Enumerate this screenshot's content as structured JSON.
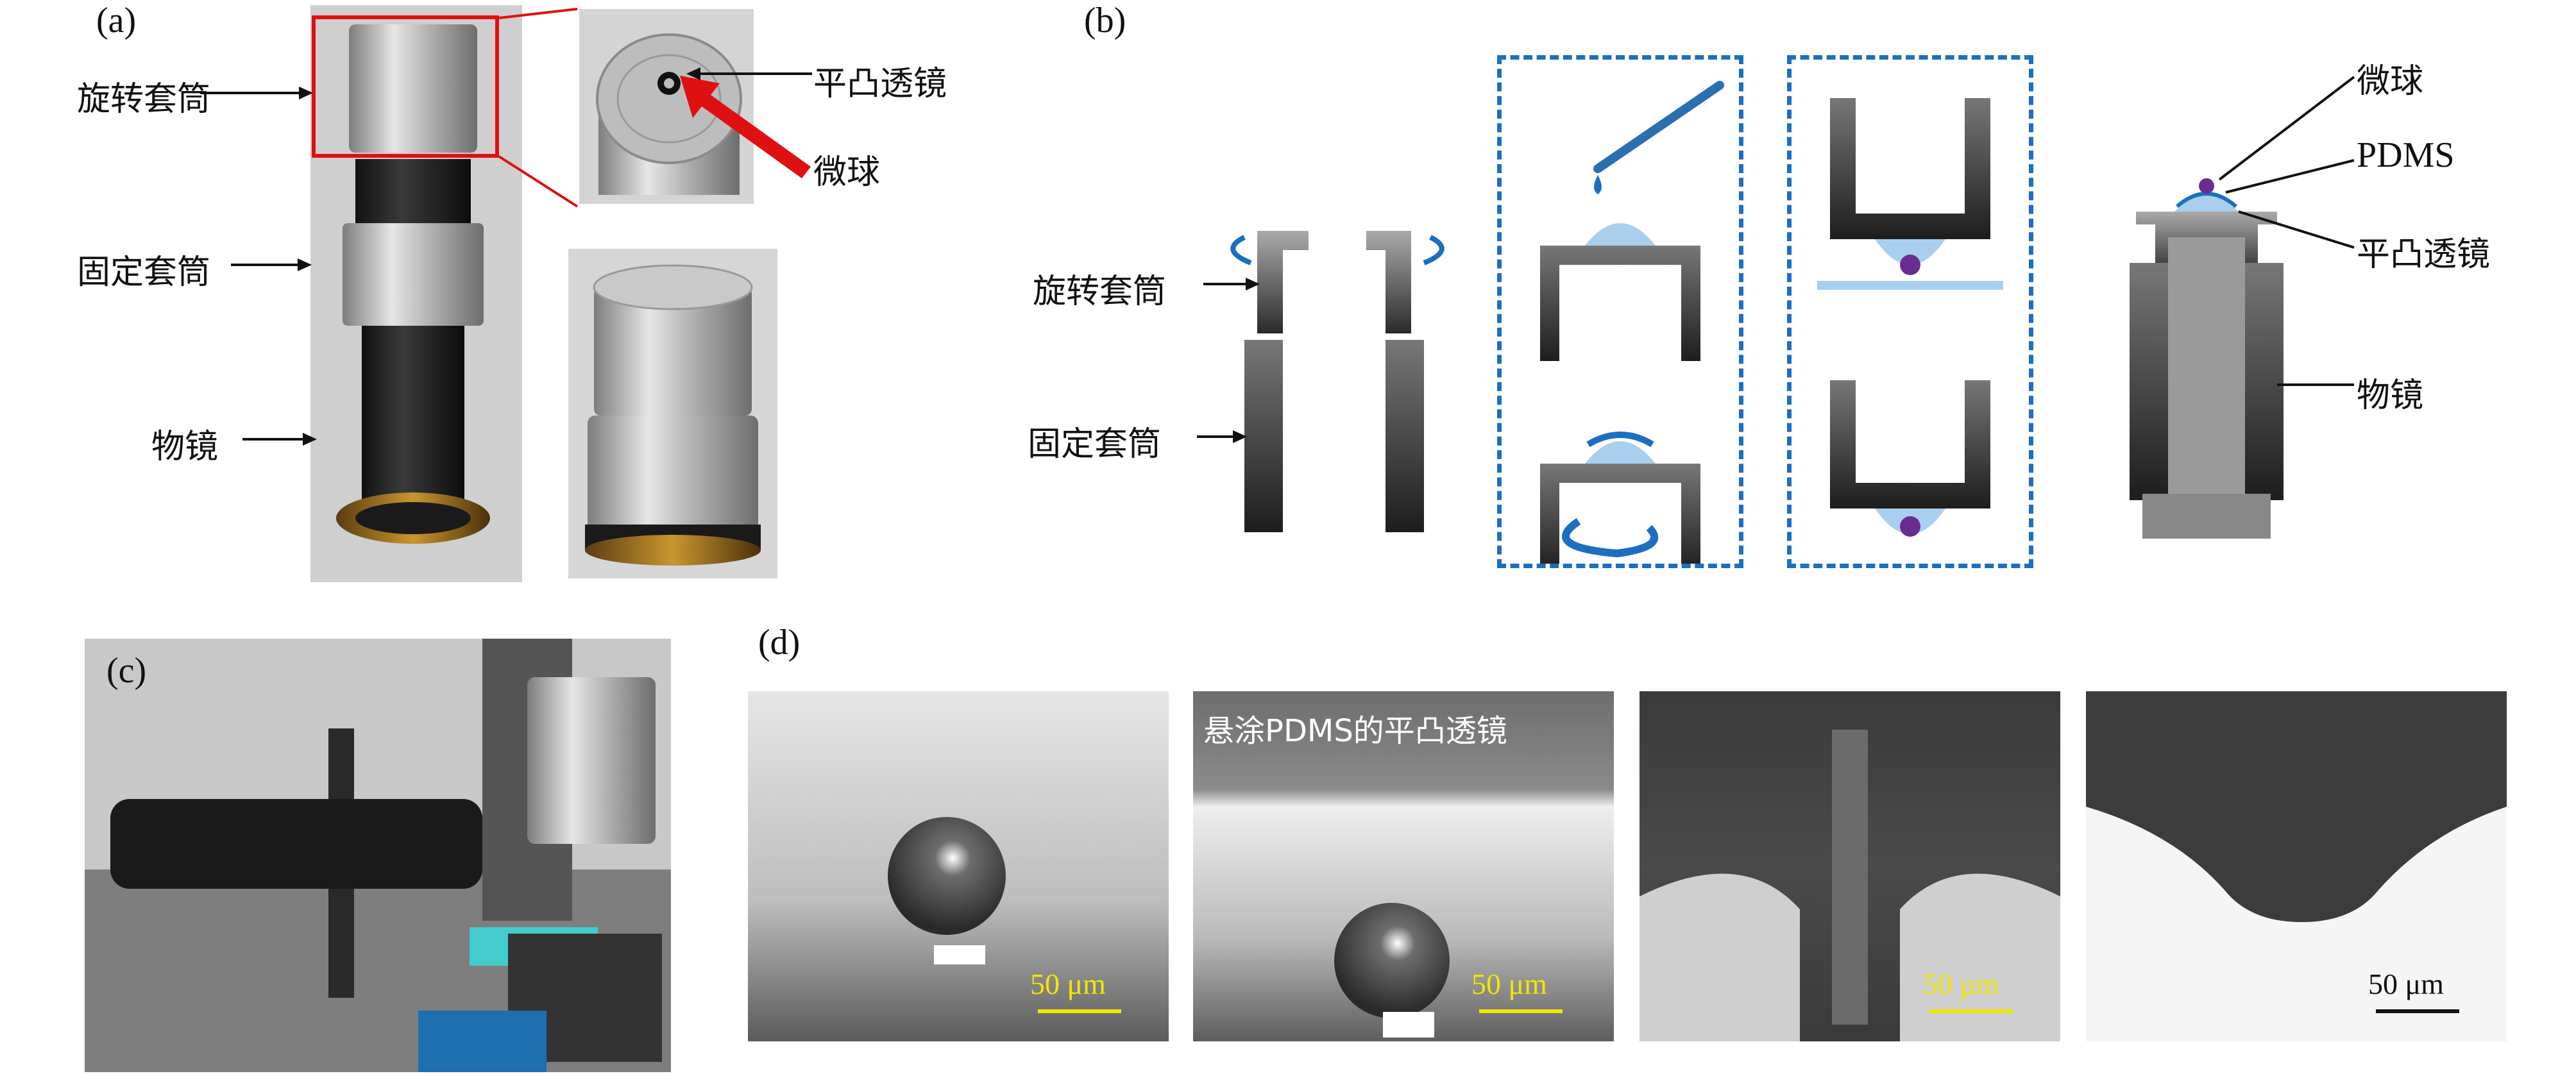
{
  "panels": {
    "a": {
      "label": "(a)",
      "callouts": [
        "旋转套筒",
        "固定套筒",
        "物镜"
      ],
      "inset_callouts": [
        "平凸透镜",
        "微球"
      ]
    },
    "b": {
      "label": "(b)",
      "callouts_left": [
        "旋转套筒",
        "固定套筒"
      ],
      "callouts_right": [
        "微球",
        "PDMS",
        "平凸透镜",
        "物镜"
      ]
    },
    "c": {
      "label": "(c)"
    },
    "d": {
      "label": "(d)",
      "caption_img2": "悬涂PDMS的平凸透镜",
      "scalebars": [
        "50 μm",
        "50 μm",
        "50 μm",
        "50 μm"
      ]
    }
  },
  "colors": {
    "highlight_red": "#e01010",
    "dashed_blue": "#1c6fc0",
    "lens_blue": "#a9cfef",
    "sphere_purple": "#6a2c91",
    "scalebar_yellow": "#f3e600"
  }
}
